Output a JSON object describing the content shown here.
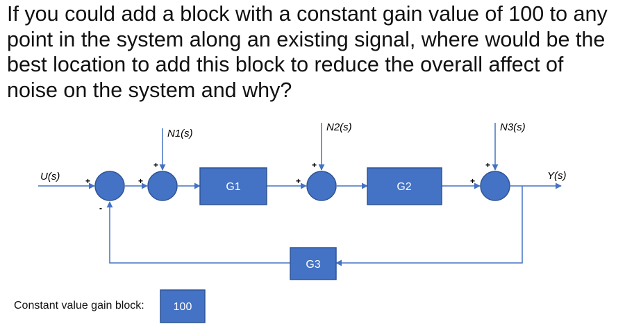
{
  "question": "If you could add a block with a constant gain value of 100 to any point in the system along an existing signal, where would be the best location to add this block to reduce the overall affect of noise on the system and why?",
  "signals": {
    "input": "U(s)",
    "noise1": "N1(s)",
    "noise2": "N2(s)",
    "noise3": "N3(s)",
    "output": "Y(s)"
  },
  "blocks": {
    "g1": "G1",
    "g2": "G2",
    "g3": "G3",
    "gain": "100"
  },
  "signs": {
    "sum1_left": "+",
    "sum1_bottom": "-",
    "sum2_left": "+",
    "sum2_top": "+",
    "sum3_left": "+",
    "sum3_top": "+",
    "sum4_left": "+",
    "sum4_top": "+"
  },
  "constant_block_label": "Constant value gain block:",
  "colors": {
    "block_fill": "#4472C4",
    "block_border": "#2F5597",
    "wire": "#4472C4"
  }
}
